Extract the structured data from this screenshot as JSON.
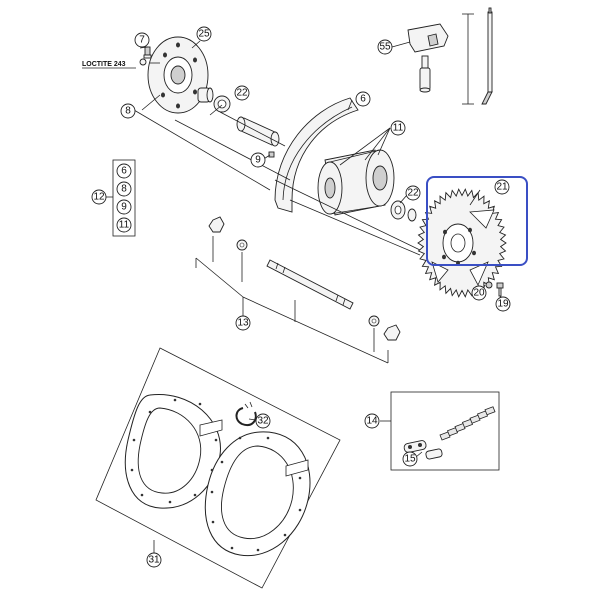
{
  "callouts": {
    "c7": "7",
    "c25": "25",
    "c8a": "8",
    "c22a": "22",
    "c9": "9",
    "c6a": "6",
    "c11a": "11",
    "c22b": "22",
    "c55": "55",
    "c12": "12",
    "c6b": "6",
    "c8b": "8",
    "c9b": "9",
    "c11b": "11",
    "c21": "21",
    "c20": "20",
    "c19": "19",
    "c13": "13",
    "c32": "32",
    "c14": "14",
    "c15": "15",
    "c31": "31"
  },
  "labels": {
    "loctite": "LOCTITE 243"
  },
  "highlight_color": "#3a4fc4"
}
